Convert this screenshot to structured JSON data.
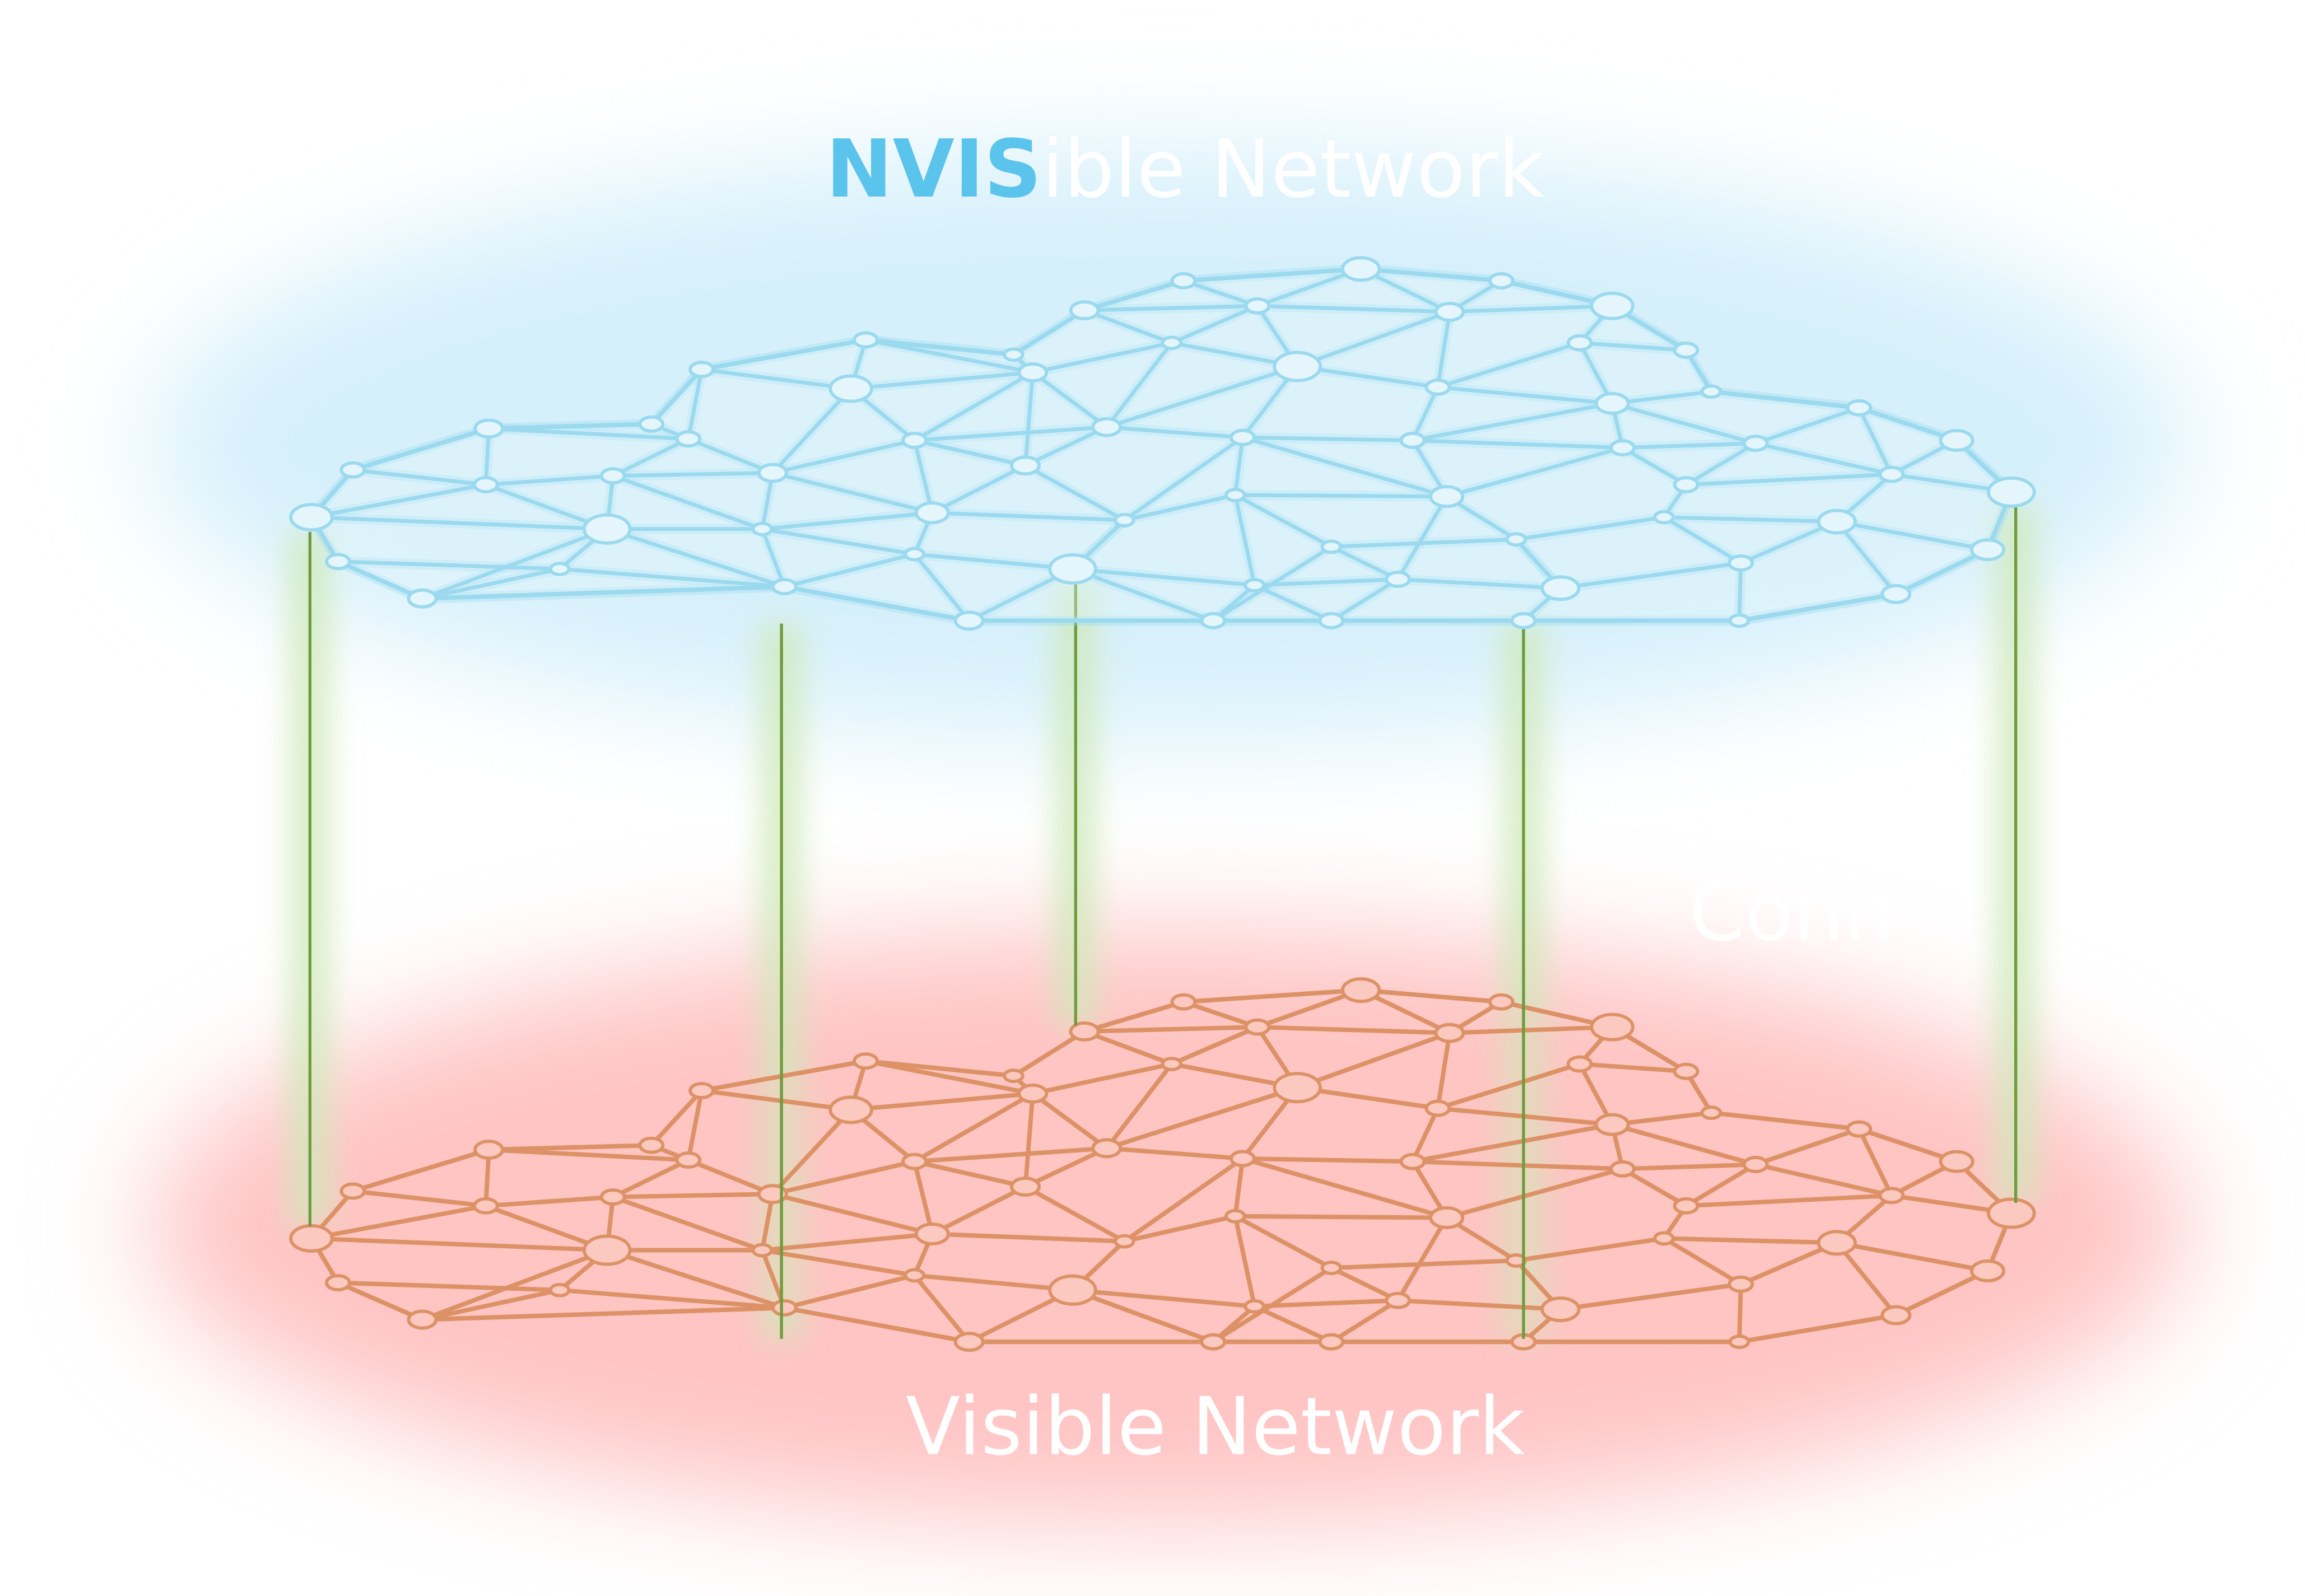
{
  "top_title": {
    "accent": "NVIS",
    "rest": "ible Network"
  },
  "connector_label": "Conn",
  "bottom_title": "Visible Network",
  "colors": {
    "accent_text": "#5bc4ec",
    "title_text": "#ffffff",
    "top_glow": "#d6f0fb",
    "top_mesh": "#9bd9ef",
    "top_node_fill": "#e4f6fc",
    "bottom_glow": "#ffc4c4",
    "bottom_mesh": "#dc9266",
    "bottom_node_fill": "#fbc9bf",
    "connector_line": "#6e9c3c",
    "connector_glow": "#cfe9b9"
  }
}
